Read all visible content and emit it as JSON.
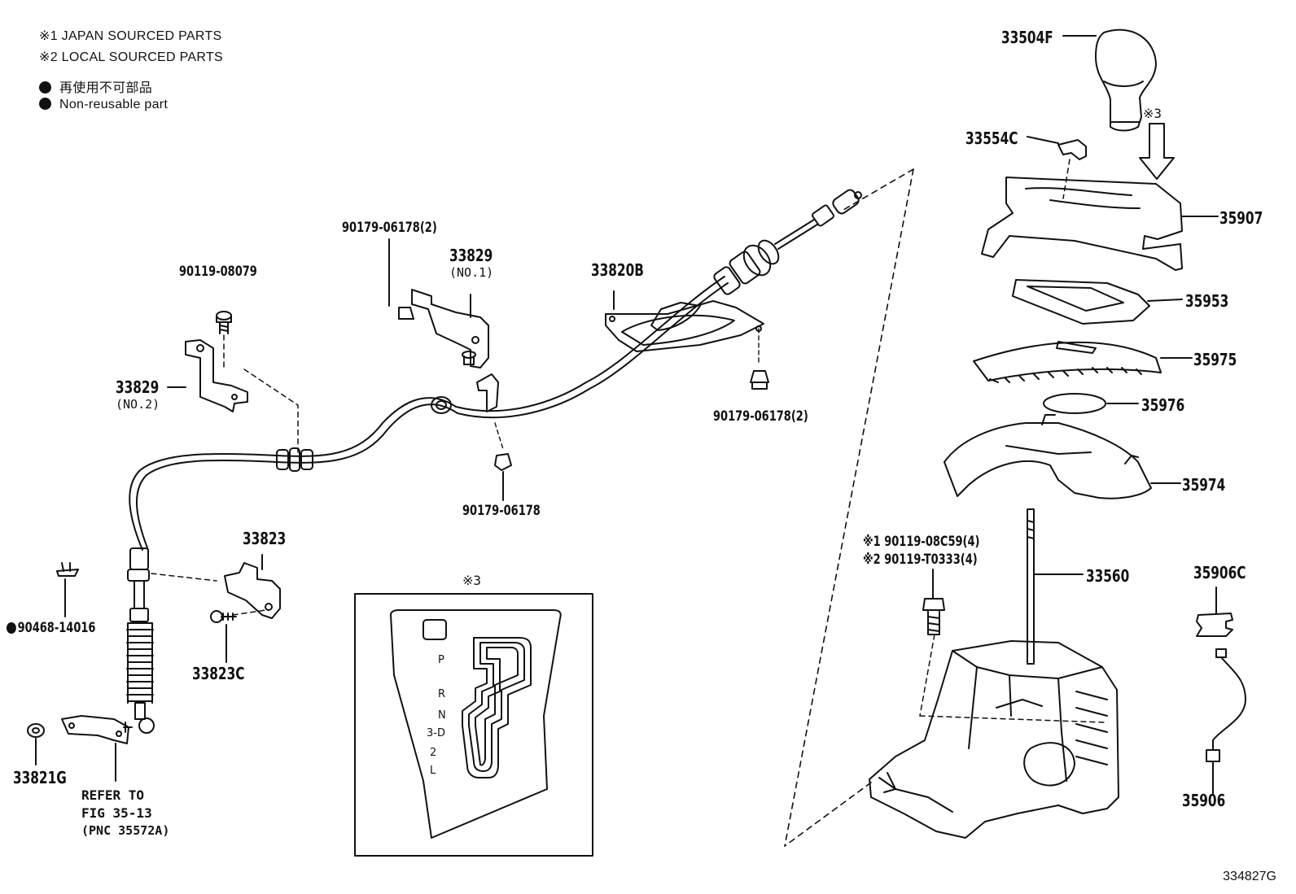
{
  "legend": {
    "japan_sourced": "※1 JAPAN SOURCED PARTS",
    "local_sourced": "※2 LOCAL SOURCED PARTS",
    "non_reusable_jp": "再使用不可部品",
    "non_reusable_en": "Non-reusable part"
  },
  "parts": {
    "p33504F": "33504F",
    "p33554C": "33554C",
    "p35907": "35907",
    "p35953": "35953",
    "p35975": "35975",
    "p35976": "35976",
    "p35974": "35974",
    "p33560": "33560",
    "p35906C": "35906C",
    "p35906": "35906",
    "p90179_06178_2_top": "90179-06178(2)",
    "p33829_no1": "33829",
    "p33829_no1_sub": "(NO.1)",
    "p90119_08079": "90119-08079",
    "p33820B": "33820B",
    "p33829_no2": "33829",
    "p33829_no2_sub": "(NO.2)",
    "p90179_06178_2_right": "90179-06178(2)",
    "p90179_06178": "90179-06178",
    "p33823": "33823",
    "p90468_14016": "90468-14016",
    "p33823C": "33823C",
    "p33821G": "33821G",
    "p90119_08C59": "※1 90119-08C59(4)",
    "p90119_T0333": "※2 90119-T0333(4)",
    "ref_line1": "REFER TO",
    "ref_line2": "FIG 35-13",
    "ref_line3": "(PNC 35572A)"
  },
  "inset": {
    "marker": "※3",
    "gate_positions": [
      "P",
      "R",
      "N",
      "3-D",
      "2",
      "L"
    ]
  },
  "arrow_marker": "※3",
  "figure_id": "334827G"
}
